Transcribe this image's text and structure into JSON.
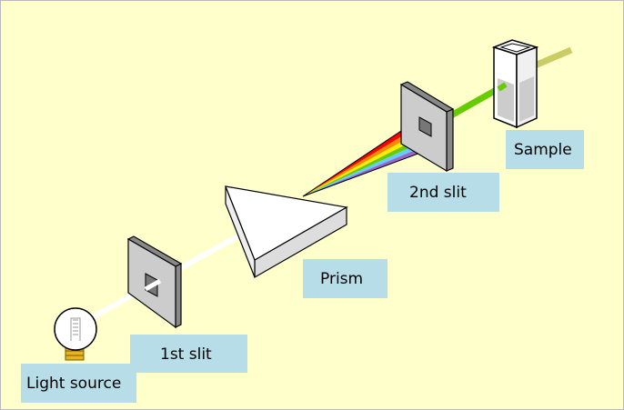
{
  "labels": {
    "light_source": "Light source",
    "first_slit": "1st slit",
    "prism": "Prism",
    "second_slit": "2nd slit",
    "sample": "Sample"
  },
  "colors": {
    "background": "#ffffcc",
    "label_box": "#b7dde8",
    "slit_face": "#cccccc",
    "slit_side": "#888888",
    "transmitted_beam": "#66cc00",
    "exit_beam": "#cccc66",
    "spectrum": [
      "#ff0000",
      "#ff8800",
      "#ffee00",
      "#66cc00",
      "#66ccff",
      "#9966cc"
    ]
  }
}
